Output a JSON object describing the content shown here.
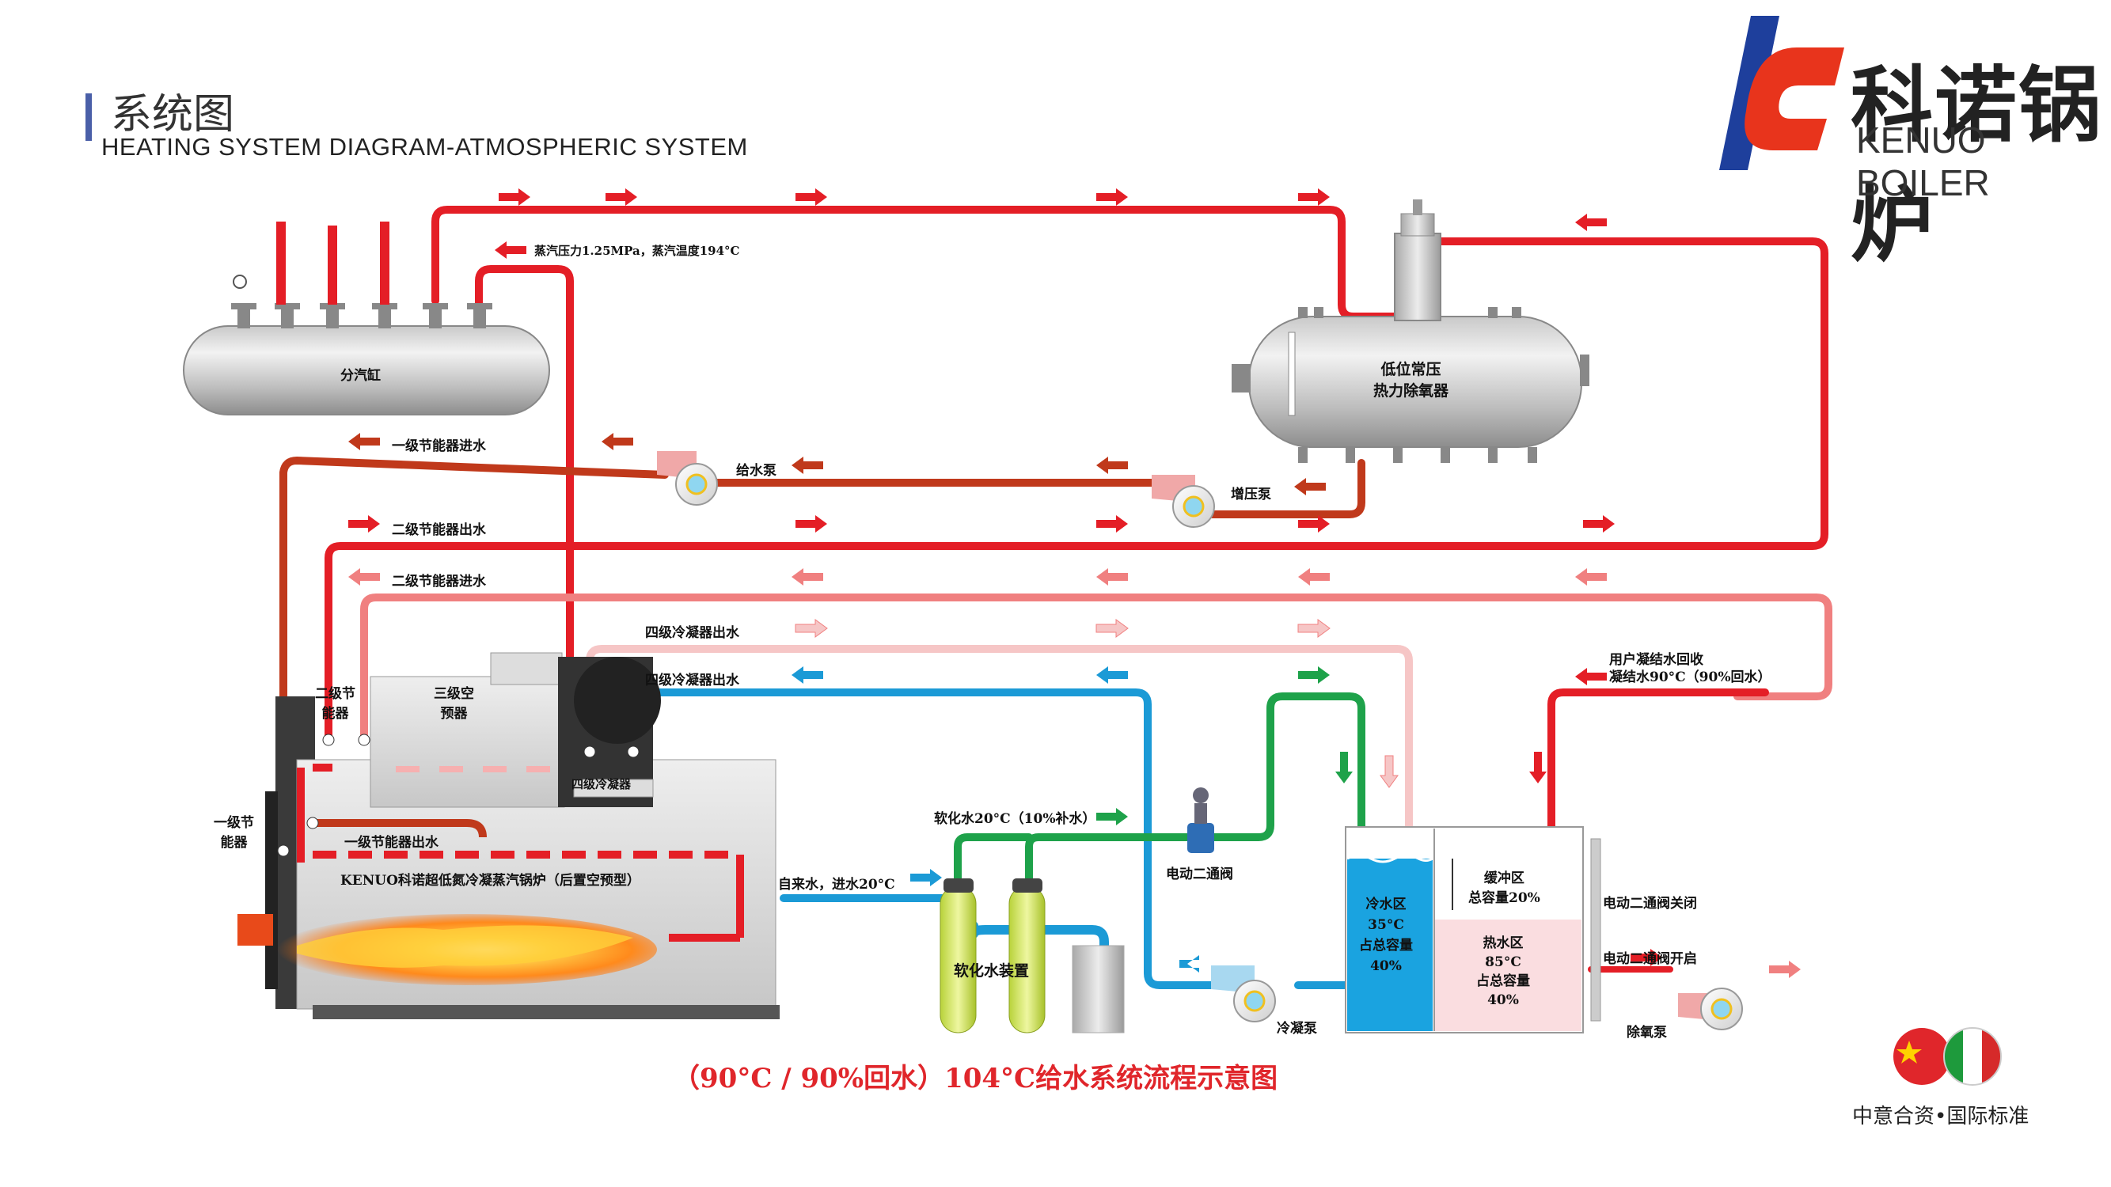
{
  "header": {
    "title_cn": "系统图",
    "title_en": "HEATING SYSTEM DIAGRAM-ATMOSPHERIC SYSTEM"
  },
  "logo": {
    "name_cn": "科诺锅炉",
    "name_en": "KENUO BOILER",
    "icon": "kenuo-logo"
  },
  "labels": {
    "steam_header": "分汽缸",
    "deaerator": "低位常压\n热力除氧器",
    "steam_param": "蒸汽压力1.25MPa，蒸汽温度194°C",
    "econ1_in": "一级节能器进水",
    "econ2_out": "二级节能器出水",
    "econ2_in": "二级节能器进水",
    "cond4_out_top": "四级冷凝器出水",
    "cond4_out_blue": "四级冷凝器出水",
    "feed_pump": "给水泵",
    "booster_pump": "增压泵",
    "econ2_body": "二级节\n能器",
    "air_preheater3": "三级空\n预器",
    "cond4_body": "四级冷凝器",
    "econ1_body": "一级节\n能器",
    "econ1_out": "一级节能器出水",
    "boiler_name": "KENUO科诺超低氮冷凝蒸汽锅炉（后置空预型）",
    "tap_water": "自来水，进水20°C",
    "softened_water": "软化水20°C（10%补水）",
    "softener": "软化水装置",
    "motor_valve": "电动二通阀",
    "buffer_zone": "缓冲区\n总容量20%",
    "cold_zone": "冷水区\n35°C\n占总容量\n40%",
    "hot_zone": "热水区\n85°C\n占总容量\n40%",
    "condensate_return": "用户凝结水回收\n凝结水90°C（90%回水）",
    "valve_closed": "电动二通阀关闭",
    "valve_open": "电动二通阀开启",
    "cond_pump": "冷凝泵",
    "deaerator_pump": "除氧泵"
  },
  "caption": "（90°C / 90%回水）104°C给水系统流程示意图",
  "jv_text": "中意合资•国际标准",
  "colors": {
    "steam_red": "#e41e26",
    "dark_red": "#c0391b",
    "pink": "#f08080",
    "light_pink": "#f6c6c6",
    "blue": "#1b9ad6",
    "green": "#1ea24a",
    "caption_red": "#e0262b"
  },
  "icons": [
    "kenuo-logo",
    "china-flag-icon",
    "italy-flag-icon",
    "flame-icon",
    "pump-icon",
    "motor-valve-icon",
    "arrow-icon"
  ]
}
